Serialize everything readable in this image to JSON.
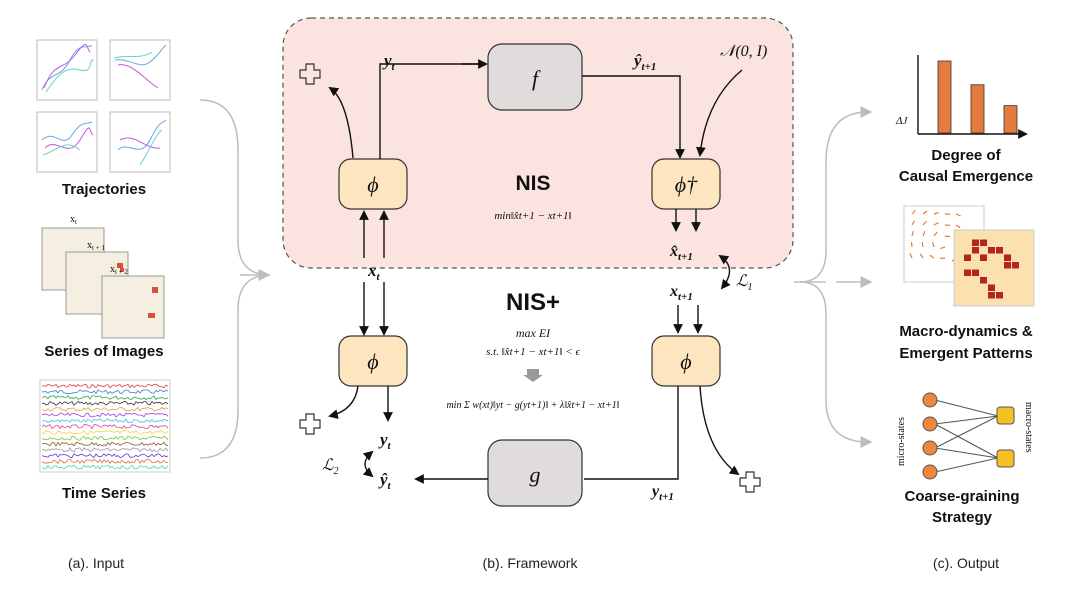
{
  "input": {
    "trajectories_label": "Trajectories",
    "images_label": "Series of Images",
    "timeseries_label": "Time Series",
    "img_x1": "x",
    "img_x1_sub": "t",
    "img_x2": "x",
    "img_x2_sub": "t + 1",
    "img_x3": "x",
    "img_x3_sub": "t + 2",
    "caption": "(a). Input"
  },
  "framework": {
    "caption": "(b). Framework",
    "nis_title": "NIS",
    "nis_objective": "min‖x̂t+1 − xt+1‖",
    "nisplus_title": "NIS+",
    "nisplus_obj1": "max EI",
    "nisplus_obj2": "s.t. ‖x̂t+1 − xt+1‖ < ϵ",
    "nisplus_obj3": "min Σ w(xt)‖yt − g(yt+1)‖ + λ‖x̂t+1 − xt+1‖",
    "f_label": "f",
    "g_label": "g",
    "phi_label": "ϕ",
    "phi_dagger": "ϕ†",
    "noise": "𝒩(0, I)",
    "yt": "y",
    "yt_sub": "t",
    "yhat_t1": "ŷ",
    "yhat_t1_sub": "t+1",
    "xt": "x",
    "xt_sub": "t",
    "xhat_t1": "x̂",
    "xhat_t1_sub": "t+1",
    "xt1": "x",
    "xt1_sub": "t+1",
    "L1": "ℒ",
    "L1_sub": "1",
    "L2": "ℒ",
    "L2_sub": "2",
    "yt_low": "y",
    "yt_low_sub": "t",
    "yhat_t": "ŷ",
    "yhat_t_sub": "t",
    "yt1_low": "y",
    "yt1_low_sub": "t+1"
  },
  "output": {
    "caption": "(c). Output",
    "ce_label_1": "Degree of",
    "ce_label_2": "Causal Emergence",
    "ce_axis": "ΔJ",
    "ce_values": [
      1.0,
      0.67,
      0.38
    ],
    "macro_label_1": "Macro-dynamics &",
    "macro_label_2": "Emergent Patterns",
    "cg_label_1": "Coarse-graining",
    "cg_label_2": "Strategy",
    "micro_states": "micro-states",
    "macro_states": "macro-states"
  },
  "colors": {
    "nis_bg": "#fbe3e0",
    "phi_fill": "#fde6bf",
    "phi_stroke": "#333333",
    "box_fill": "#e0dcdc",
    "bar": "#e57c3e",
    "img_bg": "#f4efe1",
    "img_red": "#d9503a",
    "cg_orange": "#f0883c",
    "cg_yellow": "#f7c022",
    "brace": "#bdbdbd"
  }
}
